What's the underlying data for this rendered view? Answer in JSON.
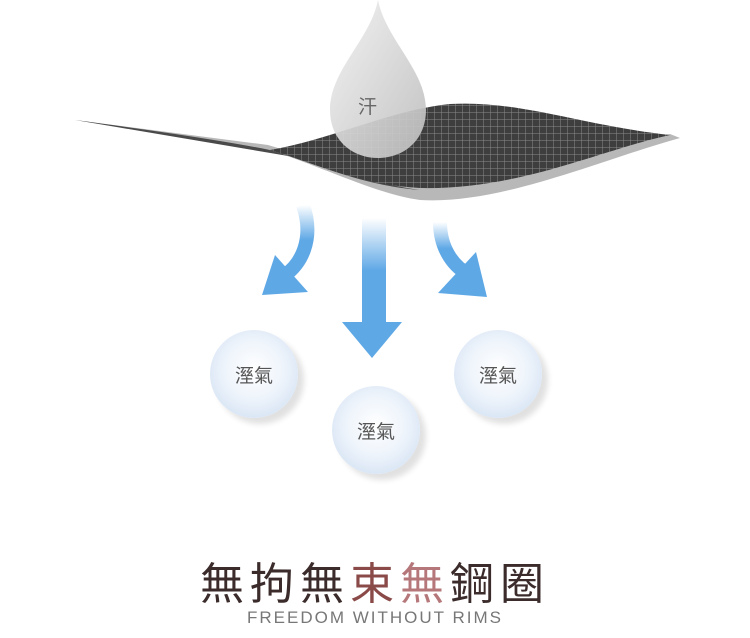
{
  "drop_label": "汗",
  "bubbles": [
    "溼氣",
    "溼氣",
    "溼氣"
  ],
  "title_chars": [
    {
      "char": "無",
      "color": "#3b2b2b"
    },
    {
      "char": "拘",
      "color": "#3b2b2b"
    },
    {
      "char": "無",
      "color": "#3b2b2b"
    },
    {
      "char": "束",
      "color": "#8a4a48"
    },
    {
      "char": "無",
      "color": "#b5777a"
    },
    {
      "char": "鋼",
      "color": "#3b2b2b"
    },
    {
      "char": "圈",
      "color": "#3b2b2b"
    }
  ],
  "subtitle": "FREEDOM WITHOUT RIMS",
  "colors": {
    "arrow": "#5fa8e6",
    "fabric": "#4a4a4a"
  }
}
